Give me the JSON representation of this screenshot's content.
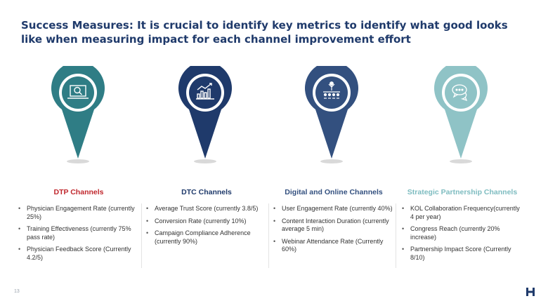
{
  "title": "Success Measures: It is crucial to identify key metrics to identify what good looks like when measuring impact for each channel improvement effort",
  "page_number": "13",
  "colors": {
    "title": "#1f3a6b",
    "dtp_heading": "#c0272d",
    "dtc_heading": "#1f3a6b",
    "digital_heading": "#33507f",
    "strategic_heading": "#7ebcc0",
    "pin_dtp": "#2f7d85",
    "pin_dtc": "#1f3a6b",
    "pin_digital": "#33507f",
    "pin_strategic": "#8fc3c6"
  },
  "channels": [
    {
      "heading": "DTP Channels",
      "icon": "laptop-search-icon",
      "items": [
        "Physician Engagement Rate (currently 25%)",
        "Training Effectiveness (currently 75% pass rate)",
        "Physician Feedback Score (Currently 4.2/5)"
      ]
    },
    {
      "heading": "DTC Channels",
      "icon": "bar-chart-icon",
      "items": [
        "Average Trust Score (currently 3.8/5)",
        "Conversion Rate (currently 10%)",
        "Campaign Compliance Adherence (currently 90%)"
      ]
    },
    {
      "heading": "Digital and Online Channels",
      "icon": "audience-presenter-icon",
      "items": [
        "User Engagement Rate (currently 40%)",
        "Content Interaction Duration (currently average 5 min)",
        "Webinar Attendance Rate (Currently 60%)"
      ]
    },
    {
      "heading": "Strategic Partnership Channels",
      "icon": "chat-bubbles-icon",
      "items": [
        "KOL Collaboration Frequency(currently 4 per year)",
        "Congress Reach (currently 20% increase)",
        "Partnership Impact Score (Currently 8/10)"
      ]
    }
  ]
}
